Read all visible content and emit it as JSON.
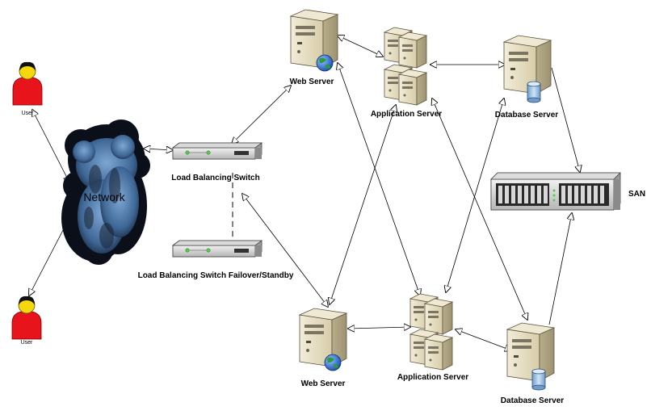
{
  "labels": {
    "user_top": "User",
    "user_bottom": "User",
    "network": "Network",
    "load_balancing_switch": "Load Balancing Switch",
    "load_balancing_failover": "Load Balancing Switch Failover/Standby",
    "web_server_top": "Web Server",
    "web_server_bottom": "Web Server",
    "app_server_top": "Application Server",
    "app_server_bottom": "Application Server",
    "db_server_top": "Database Server",
    "db_server_bottom": "Database Server",
    "san": "SAN"
  },
  "icons": {
    "user": "user-icon",
    "network": "network-cloud-icon",
    "switch": "network-switch-icon",
    "web_server": "web-server-icon",
    "app_server": "application-server-icon",
    "db_server": "database-server-icon",
    "san": "san-storage-icon"
  },
  "colors": {
    "user_body": "#e8141b",
    "user_head": "#f4d80d",
    "cloud_dark": "#0b0f1a",
    "cloud_blue": "#4f7fb3",
    "server_tan": "#e4dcc4",
    "globe_blue": "#2a64c8",
    "db_cylinder": "#9fc4e8"
  }
}
